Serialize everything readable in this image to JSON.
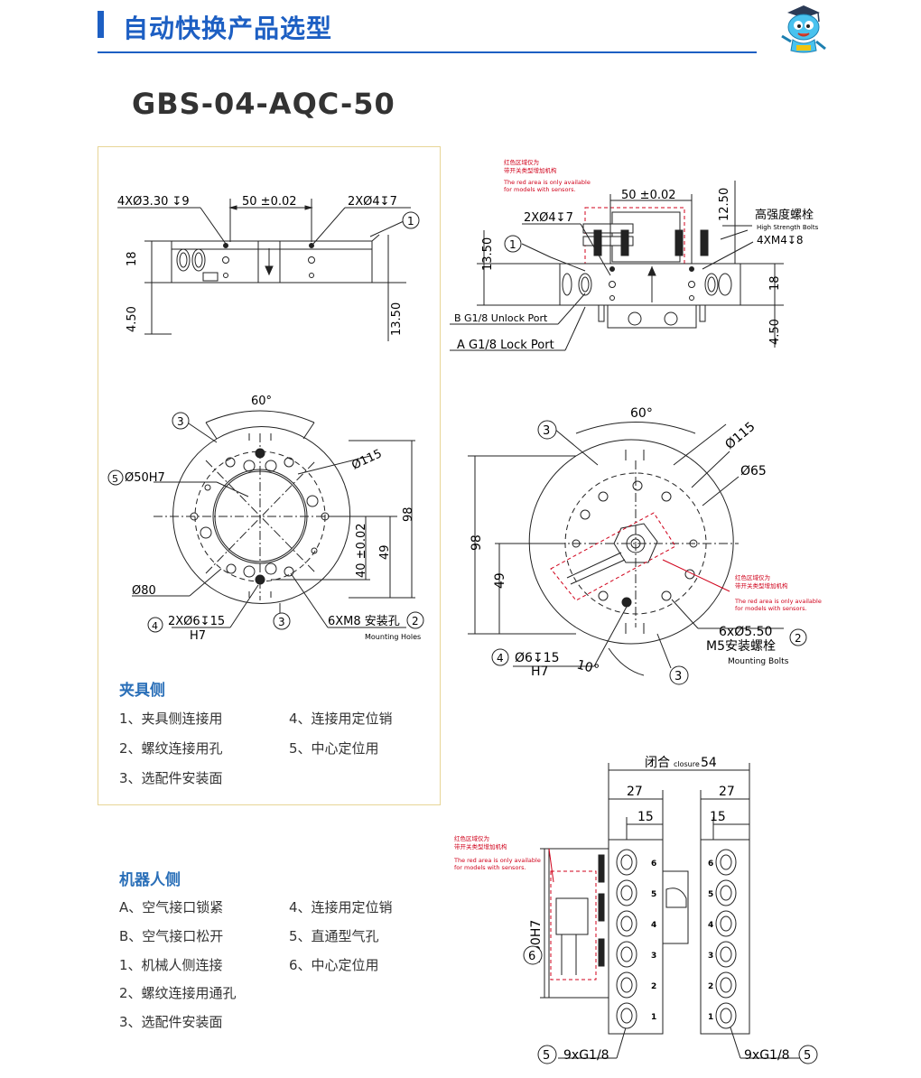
{
  "header": {
    "title": "自动快换产品选型",
    "accent_color": "#1d5fc3"
  },
  "model": "GBS-04-AQC-50",
  "tool_side": {
    "title": "夹具侧",
    "items_left": [
      "1、夹具侧连接用",
      "2、螺纹连接用孔",
      "3、选配件安装面"
    ],
    "items_right": [
      "4、连接用定位销",
      "5、中心定位用"
    ]
  },
  "robot_side": {
    "title": "机器人侧",
    "items_left": [
      "A、空气接口锁紧",
      "B、空气接口松开",
      "1、机械人侧连接",
      "2、螺纹连接用通孔",
      "3、选配件安装面"
    ],
    "items_right": [
      "4、连接用定位销",
      "5、直通型气孔",
      "6、中心定位用"
    ]
  },
  "dims": {
    "d_4x330": "4XØ3.30 ↧9",
    "d_50": "50 ±0.02",
    "d_2x4": "2XØ4↧7",
    "d_18": "18",
    "d_450": "4.50",
    "d_1350": "13.50",
    "d_60": "60°",
    "d_50h7": "Ø50H7",
    "d_115": "Ø115",
    "d_98": "98",
    "d_49": "49",
    "d_40": "40 ±0.02",
    "d_80": "Ø80",
    "d_2x6": "2XØ6↧15",
    "d_h7": "H7",
    "d_6xm8": "6XM8 安装孔",
    "d_mounting_holes": "Mounting Holes",
    "d_1250": "12.50",
    "d_high_strength_cn": "高强度螺栓",
    "d_high_strength_en": "High Strength Bolts",
    "d_4xm4": "4XM4↧8",
    "d_b_port": "B G1/8 Unlock Port",
    "d_a_port": "A G1/8 Lock Port",
    "d_65": "Ø65",
    "d_6x550": "6xØ5.50",
    "d_m5_cn": "M5安装螺栓",
    "d_mounting_bolts": "Mounting Bolts",
    "d_6x15": "Ø6↧15",
    "d_10": "10°",
    "d_closure_cn": "闭合",
    "d_closure_en": "closure",
    "d_54": "54",
    "d_27": "27",
    "d_15": "15",
    "d_80h7": "Ø80H7",
    "d_9xg18": "9xG1/8",
    "note_cn_1": "红色区域仅为",
    "note_cn_2": "带开关类型增加机构",
    "note_en_1": "The red area is only available",
    "note_en_2": "for models with sensors.",
    "circ_1": "1",
    "circ_2": "2",
    "circ_3": "3",
    "circ_4": "4",
    "circ_5": "5",
    "circ_6": "6",
    "port_nums": [
      "6",
      "5",
      "4",
      "3",
      "2",
      "1"
    ]
  }
}
